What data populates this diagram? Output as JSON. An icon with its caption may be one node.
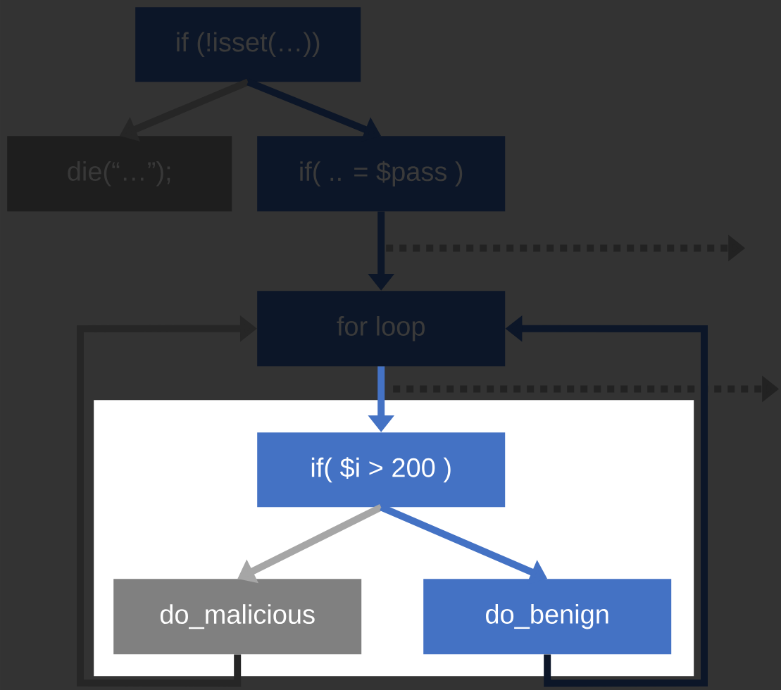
{
  "diagram": {
    "nodes": [
      {
        "text": [
          "if (!isset(…))"
        ]
      },
      {
        "text": [
          "die(“…”);"
        ]
      },
      {
        "text": [
          "if( .. = $pass )"
        ]
      },
      {
        "text": [
          "for loop"
        ]
      },
      {
        "text": [],
        "shape": "box"
      },
      {
        "text": [
          "if( $i > 200 )"
        ],
        "in": 4
      },
      {
        "text": [
          "do_malicious"
        ],
        "in": 4
      },
      {
        "text": [
          "do_benign"
        ],
        "in": 4
      }
    ],
    "edges": [
      {
        "from": 0,
        "to": 1,
        "arrow": "to",
        "color": "#262626"
      },
      {
        "from": 0,
        "to": 2,
        "arrow": "to"
      },
      {
        "from": 2,
        "to": 3,
        "arrow": "to"
      },
      {
        "from": 2,
        "to": null,
        "arrow": "to",
        "style": "dashed",
        "color": "#222222"
      },
      {
        "from": 3,
        "to": 5,
        "arrow": "to",
        "color": "#4472c4"
      },
      {
        "from": 3,
        "to": null,
        "arrow": "to",
        "style": "dashed",
        "color": "#222222"
      },
      {
        "from": 5,
        "to": 6,
        "arrow": "to",
        "color": "#a6a6a6"
      },
      {
        "from": 5,
        "to": 7,
        "arrow": "to",
        "color": "#4472c4"
      },
      {
        "from": 6,
        "to": 3,
        "arrow": "to",
        "color": "#262626"
      },
      {
        "from": 7,
        "to": 3,
        "arrow": "to"
      }
    ]
  }
}
